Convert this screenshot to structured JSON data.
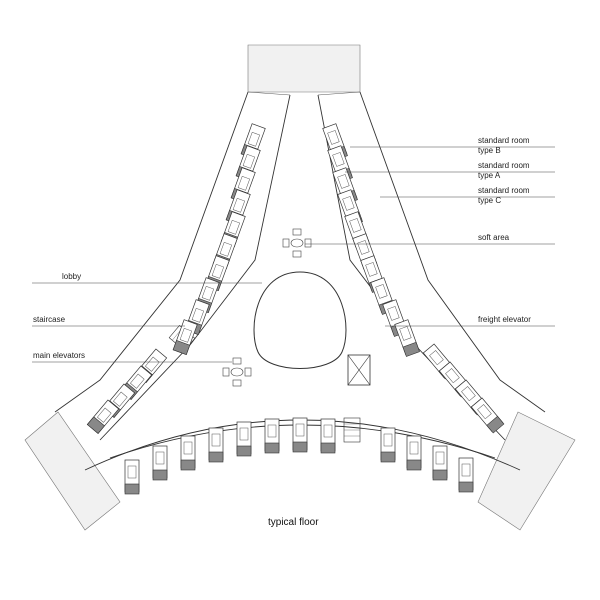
{
  "drawing": {
    "caption": "typical floor"
  },
  "labels": {
    "standard_room_type_b_line1": "standard room",
    "standard_room_type_b_line2": "type B",
    "standard_room_type_a_line1": "standard room",
    "standard_room_type_a_line2": "type A",
    "standard_room_type_c_line1": "standard room",
    "standard_room_type_c_line2": "type C",
    "soft_area": "soft area",
    "freight_elevator": "freight elevator",
    "lobby": "lobby",
    "staircase": "staircase",
    "main_elevators": "main elevators"
  },
  "colors": {
    "ink": "#333333",
    "bathroom_fill": "#888888",
    "stipple_fill": "#f1f1f1"
  }
}
